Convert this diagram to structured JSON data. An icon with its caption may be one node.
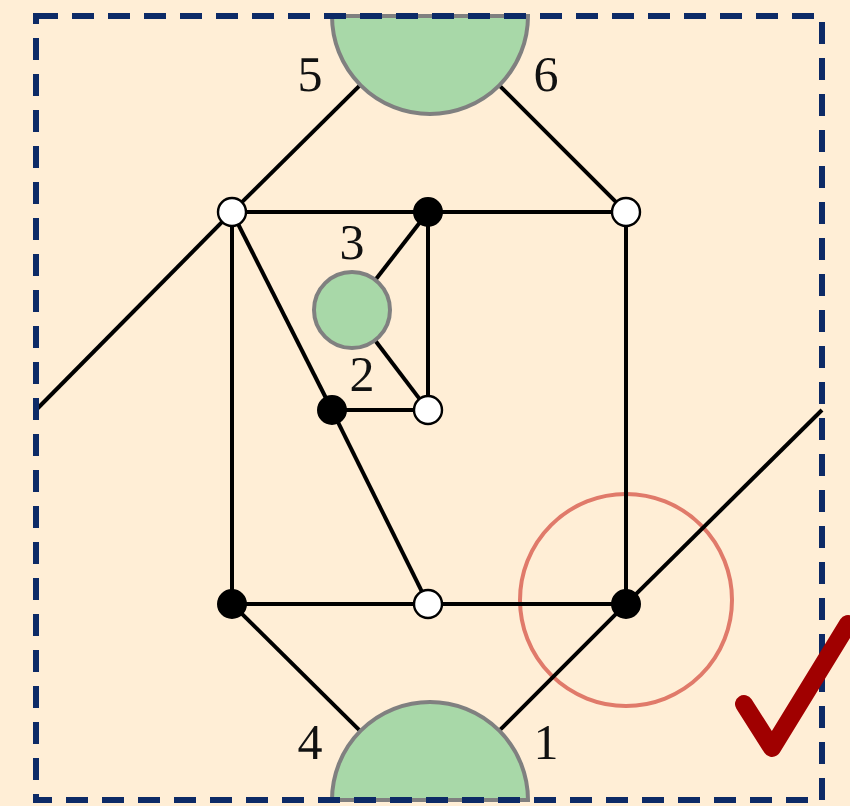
{
  "diagram": {
    "nodes": [
      {
        "text": [],
        "shape": "semicircle"
      },
      {
        "text": [],
        "shape": "circle"
      },
      {
        "text": [],
        "shape": "dot"
      },
      {
        "text": [],
        "shape": "circle"
      },
      {
        "text": [],
        "shape": "circle"
      },
      {
        "text": [],
        "shape": "dot"
      },
      {
        "text": [],
        "shape": "circle"
      },
      {
        "text": [],
        "shape": "dot"
      },
      {
        "text": [],
        "shape": "circle"
      },
      {
        "text": [],
        "shape": "dot"
      },
      {
        "text": [],
        "shape": "semicircle"
      }
    ],
    "edges": [
      {
        "from": 1,
        "to": 0,
        "arrow": "none"
      },
      {
        "from": 3,
        "to": 0,
        "arrow": "none"
      },
      {
        "from": 1,
        "to": 2,
        "arrow": "none"
      },
      {
        "from": 2,
        "to": 3,
        "arrow": "none"
      },
      {
        "from": 1,
        "to": 7,
        "arrow": "none"
      },
      {
        "from": 1,
        "to": 5,
        "arrow": "none"
      },
      {
        "from": 5,
        "to": 8,
        "arrow": "none"
      },
      {
        "from": 2,
        "to": 6,
        "arrow": "none"
      },
      {
        "from": 2,
        "to": 4,
        "arrow": "none"
      },
      {
        "from": 4,
        "to": 6,
        "arrow": "none"
      },
      {
        "from": 5,
        "to": 6,
        "arrow": "none"
      },
      {
        "from": 3,
        "to": 9,
        "arrow": "none"
      },
      {
        "from": 7,
        "to": 8,
        "arrow": "none"
      },
      {
        "from": 8,
        "to": 9,
        "arrow": "none"
      },
      {
        "from": 7,
        "to": 10,
        "arrow": "none"
      },
      {
        "from": 9,
        "to": 10,
        "arrow": "none"
      },
      {
        "from": 1,
        "to": null,
        "arrow": "none"
      },
      {
        "from": 9,
        "to": null,
        "arrow": "none"
      }
    ],
    "labels": [
      "5",
      "6",
      "3",
      "2",
      "4",
      "1"
    ]
  }
}
